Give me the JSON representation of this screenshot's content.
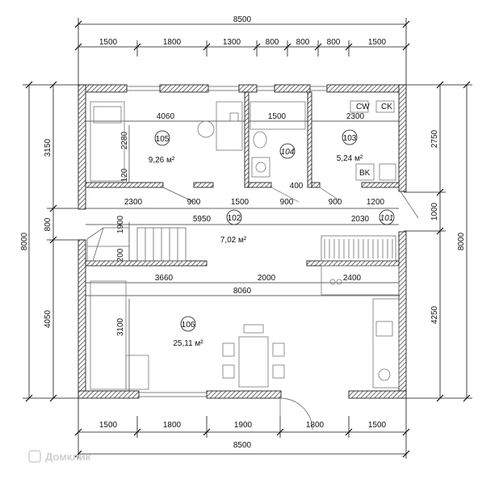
{
  "dimensions": {
    "top_total": "8500",
    "top_segments": [
      "1500",
      "1800",
      "1300",
      "800",
      "800",
      "800",
      "1500"
    ],
    "bottom_total": "8500",
    "bottom_segments": [
      "1500",
      "1800",
      "1900",
      "1800",
      "1500"
    ],
    "left_total": "8000",
    "left_segments": [
      "3150",
      "800",
      "4050"
    ],
    "right_total": "8000",
    "right_segments": [
      "2750",
      "1000",
      "4250"
    ],
    "interior": {
      "d4060": "4060",
      "d1500a": "1500",
      "d2300a": "2300",
      "d2280": "2280",
      "d120": "120",
      "d400": "400",
      "d2300b": "2300",
      "d900a": "900",
      "d1500b": "1500",
      "d900b": "900",
      "d900c": "900",
      "d1200": "1200",
      "d5950": "5950",
      "d2030": "2030",
      "d1900": "1900",
      "d200": "200",
      "d3660": "3660",
      "d2000": "2000",
      "d2400": "2400",
      "d8060": "8060",
      "d3100": "3100",
      "d2750r": "2750"
    }
  },
  "rooms": [
    {
      "number": "105",
      "area": "9,26 м²"
    },
    {
      "number": "104",
      "area": ""
    },
    {
      "number": "103",
      "area": "5,24 м²"
    },
    {
      "number": "102",
      "area": "7,02 м²"
    },
    {
      "number": "101",
      "area": ""
    },
    {
      "number": "106",
      "area": "25,11 м²"
    }
  ],
  "fixtures": {
    "cw_label": "CW",
    "ck_label": "CK",
    "bk_label": "BK"
  },
  "watermark": "Домклик",
  "colors": {
    "wall_hatch": "#444444",
    "line": "#222222",
    "furniture": "#8a8a8a"
  }
}
